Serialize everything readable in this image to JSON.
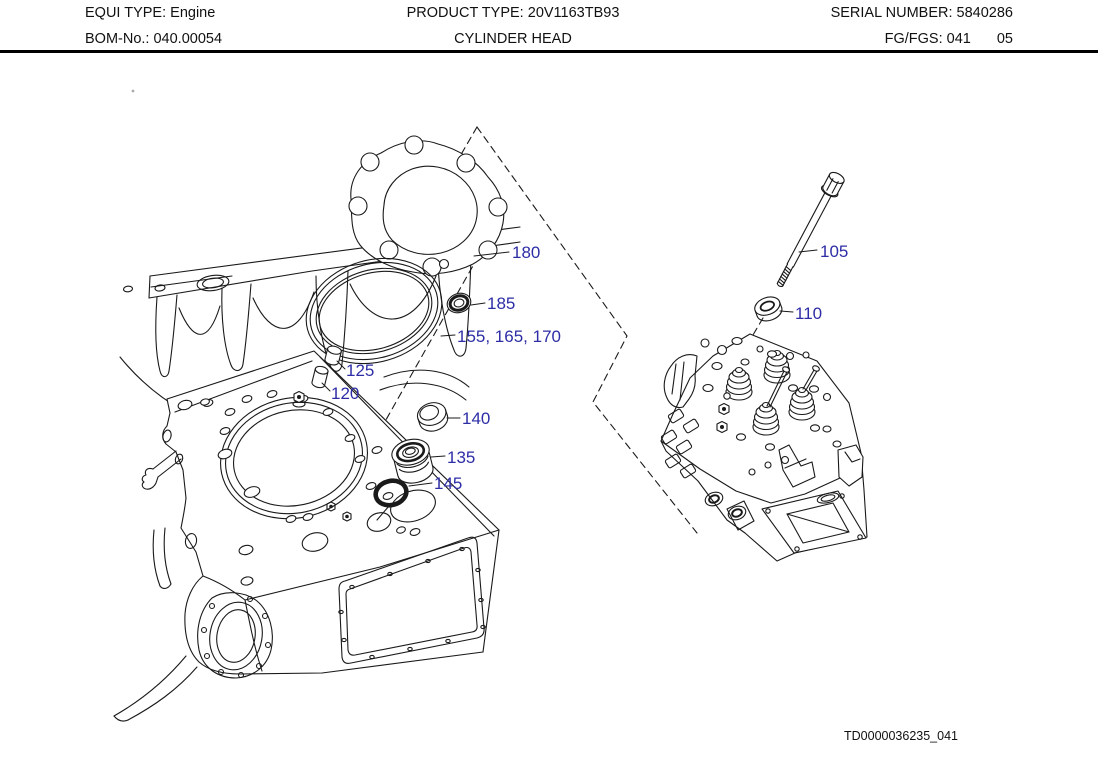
{
  "header": {
    "equi": {
      "label": "EQUI TYPE:",
      "value": "Engine"
    },
    "product": {
      "label": "PRODUCT TYPE:",
      "value": "20V1163TB93"
    },
    "serial": {
      "label": "SERIAL NUMBER:",
      "value": "5840286"
    },
    "bom": {
      "label": "BOM-No.:",
      "value": "040.00054"
    },
    "page_title": "CYLINDER HEAD",
    "fg": {
      "label": "FG/FGS:",
      "value": "041",
      "value2": "05"
    }
  },
  "callouts": {
    "c105": "105",
    "c110": "110",
    "c120": "120",
    "c125": "125",
    "c135": "135",
    "c140": "140",
    "c145": "145",
    "c155": "155, 165, 170",
    "c180": "180",
    "c185": "185"
  },
  "footer": {
    "drawing_id": "TD0000036235_041"
  },
  "colors": {
    "callout_blue": "#2d2da6",
    "line_black": "#1a1a1a",
    "rule_black": "#000000"
  }
}
